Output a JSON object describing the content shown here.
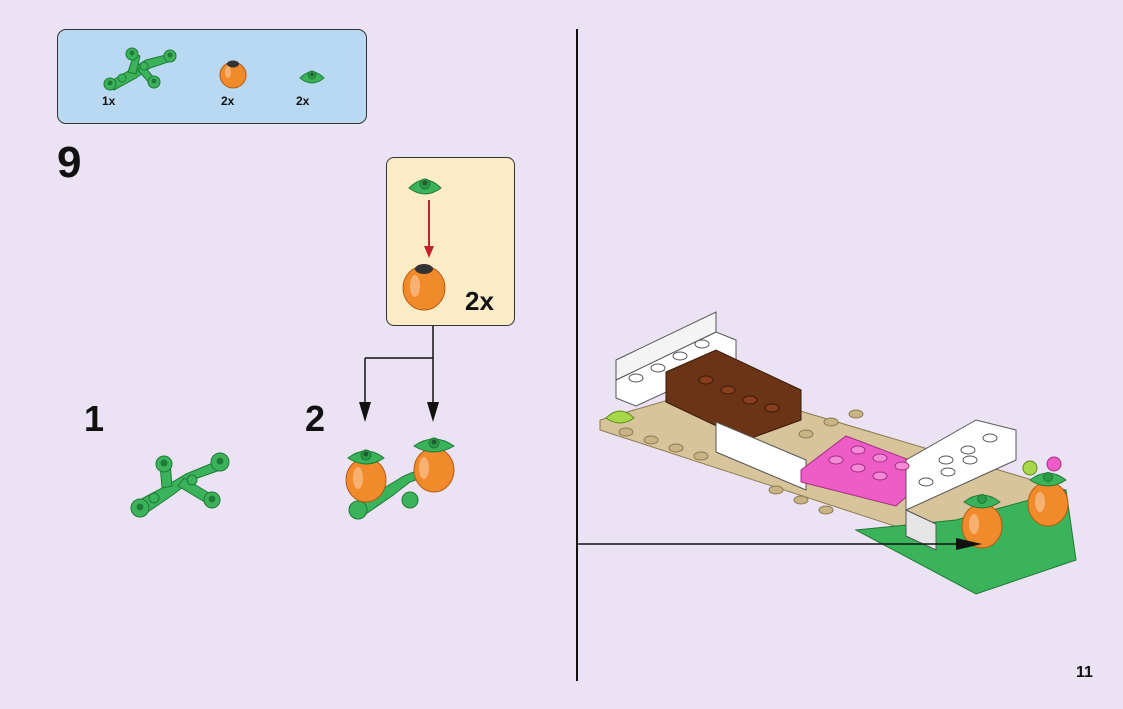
{
  "parts_list": {
    "items": [
      {
        "name": "green-branch-plate",
        "qty": "1x"
      },
      {
        "name": "orange-round-brick",
        "qty": "2x"
      },
      {
        "name": "green-leaf-plate",
        "qty": "2x"
      }
    ]
  },
  "step": {
    "number": "9",
    "substeps": [
      {
        "number": "1"
      },
      {
        "number": "2"
      }
    ],
    "callout_multiplier": "2x"
  },
  "page": {
    "number": "11"
  },
  "colors": {
    "background": "#ebe3f3",
    "parts_box": "#b9d9f2",
    "callout": "#fcebc7",
    "green": "#3bb35a",
    "orange": "#f08a2a",
    "arrow_red": "#c8202a"
  }
}
